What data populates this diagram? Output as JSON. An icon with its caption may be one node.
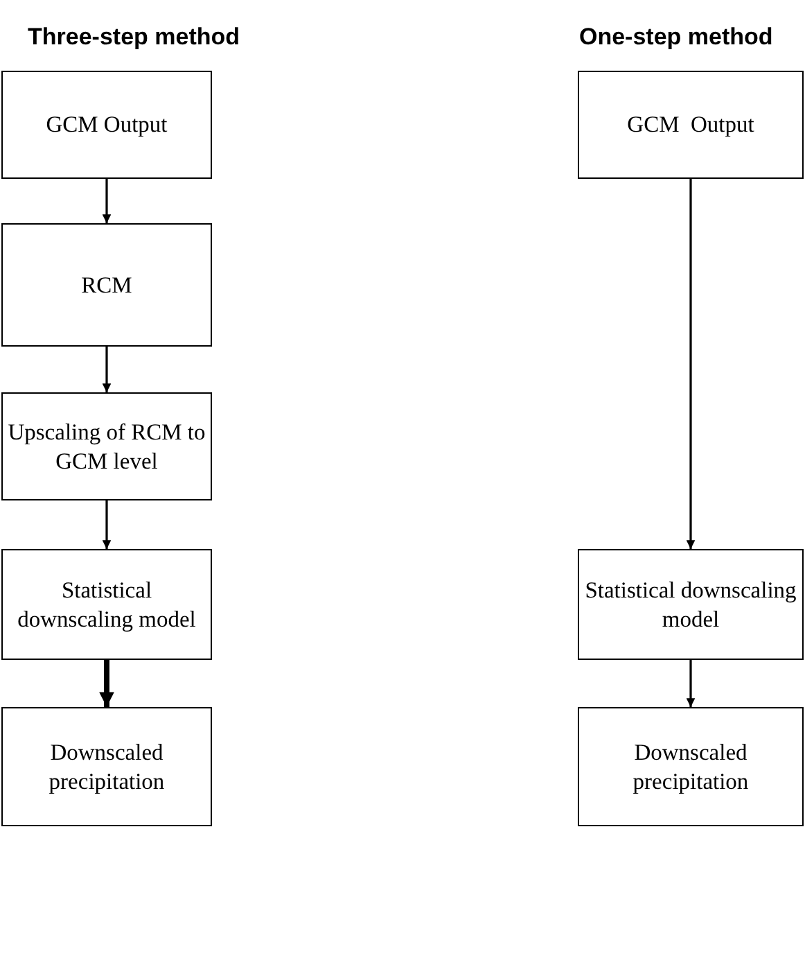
{
  "diagram": {
    "nodes": [
      {
        "text": [
          "GCM Output"
        ]
      },
      {
        "text": [
          "RCM"
        ]
      },
      {
        "text": [
          "Upscaling of RCM to GCM level"
        ]
      },
      {
        "text": [
          "Statistical downscaling model"
        ]
      },
      {
        "text": [
          "Downscaled precipitation"
        ]
      },
      {
        "text": [
          "GCM  Output"
        ]
      },
      {
        "text": [
          "Statistical downscaling model"
        ]
      },
      {
        "text": [
          "Downscaled precipitation"
        ]
      }
    ],
    "edges": [
      {
        "from": 0,
        "to": 1,
        "arrow": "to"
      },
      {
        "from": 1,
        "to": 2,
        "arrow": "to"
      },
      {
        "from": 2,
        "to": 3,
        "arrow": "to"
      },
      {
        "from": 3,
        "to": 4,
        "arrow": "to",
        "style": "thick"
      },
      {
        "from": 5,
        "to": 6,
        "arrow": "to"
      },
      {
        "from": 6,
        "to": 7,
        "arrow": "to"
      }
    ],
    "labels": [
      "Three-step method",
      "One-step method"
    ]
  }
}
